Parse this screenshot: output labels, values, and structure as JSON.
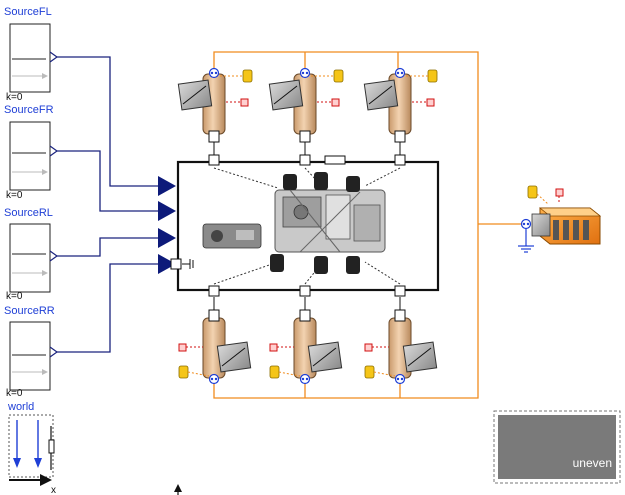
{
  "sources": [
    {
      "name": "SourceFL",
      "param": "k=0"
    },
    {
      "name": "SourceFR",
      "param": "k=0"
    },
    {
      "name": "SourceRL",
      "param": "k=0"
    },
    {
      "name": "SourceRR",
      "param": "k=0"
    }
  ],
  "world": {
    "label": "world",
    "axis_label": "x"
  },
  "terrain": {
    "label": "uneven"
  },
  "colors": {
    "signal_line": "#1a237e",
    "power_line": "#f08c1e",
    "label_blue": "#1f3fd6",
    "motor_body": "#e9c59f",
    "battery": "#f08c1e",
    "terrain_fill": "#7a7a7a"
  },
  "icons": [
    "signal-source-icon",
    "input-port-icon",
    "motor-icon",
    "frame-connector-icon",
    "rover-chassis-image",
    "battery-icon",
    "ground-icon",
    "world-frame-icon",
    "terrain-icon"
  ]
}
